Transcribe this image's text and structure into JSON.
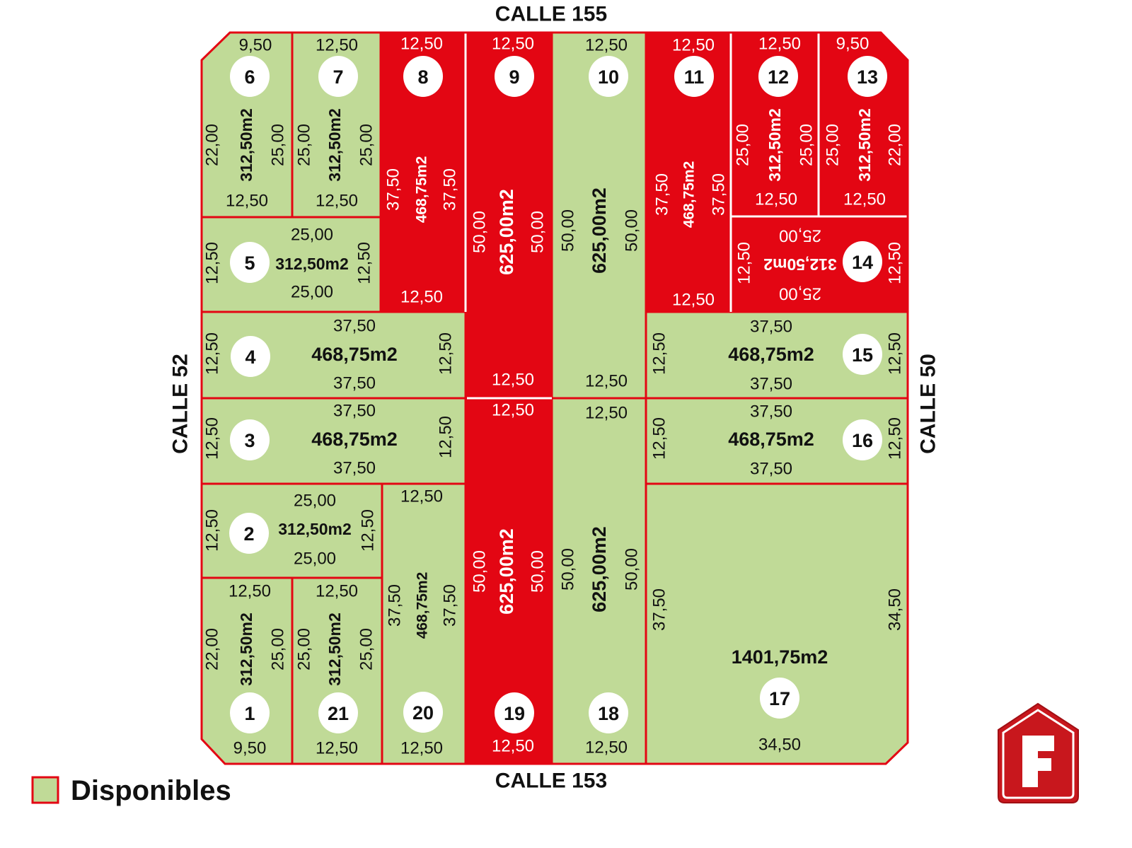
{
  "streets": {
    "north": "CALLE 155",
    "south": "CALLE 153",
    "west": "CALLE 52",
    "east": "CALLE 50"
  },
  "legend": {
    "label": "Disponibles",
    "color": "#c0da97"
  },
  "colors": {
    "available": "#c0da97",
    "unavailable": "#e30613",
    "border": "#e30613"
  },
  "lots": [
    {
      "number": "1",
      "status": "available",
      "area": "312,50m2",
      "top": "12,50",
      "bottom": "9,50",
      "left": "22,00",
      "right": "25,00"
    },
    {
      "number": "2",
      "status": "available",
      "area": "312,50m2",
      "top": "25,00",
      "bottom": "25,00",
      "left": "12,50",
      "right": "12,50"
    },
    {
      "number": "3",
      "status": "available",
      "area": "468,75m2",
      "top": "37,50",
      "bottom": "37,50",
      "left": "12,50",
      "right": "12,50"
    },
    {
      "number": "4",
      "status": "available",
      "area": "468,75m2",
      "top": "37,50",
      "bottom": "37,50",
      "left": "12,50",
      "right": "12,50"
    },
    {
      "number": "5",
      "status": "available",
      "area": "312,50m2",
      "top": "25,00",
      "bottom": "25,00",
      "left": "12,50",
      "right": "12,50"
    },
    {
      "number": "6",
      "status": "available",
      "area": "312,50m2",
      "top": "9,50",
      "bottom": "12,50",
      "left": "22,00",
      "right": "25,00"
    },
    {
      "number": "7",
      "status": "available",
      "area": "312,50m2",
      "top": "12,50",
      "bottom": "12,50",
      "left": "25,00",
      "right": "25,00"
    },
    {
      "number": "8",
      "status": "unavailable",
      "area": "468,75m2",
      "top": "12,50",
      "bottom": "12,50",
      "left": "37,50",
      "right": "37,50"
    },
    {
      "number": "9",
      "status": "unavailable",
      "area": "625,00m2",
      "top": "12,50",
      "bottom": "12,50",
      "left": "50,00",
      "right": "50,00"
    },
    {
      "number": "10",
      "status": "available",
      "area": "625,00m2",
      "top": "12,50",
      "bottom": "12,50",
      "left": "50,00",
      "right": "50,00"
    },
    {
      "number": "11",
      "status": "unavailable",
      "area": "468,75m2",
      "top": "12,50",
      "bottom": "12,50",
      "left": "37,50",
      "right": "37,50"
    },
    {
      "number": "12",
      "status": "unavailable",
      "area": "312,50m2",
      "top": "12,50",
      "bottom": "12,50",
      "left": "25,00",
      "right": "25,00"
    },
    {
      "number": "13",
      "status": "unavailable",
      "area": "312,50m2",
      "top": "9,50",
      "bottom": "12,50",
      "left": "25,00",
      "right": "22,00"
    },
    {
      "number": "14",
      "status": "unavailable",
      "area": "312,50m2",
      "top": "25,00",
      "bottom": "25,00",
      "left": "12,50",
      "right": "12,50"
    },
    {
      "number": "15",
      "status": "available",
      "area": "468,75m2",
      "top": "37,50",
      "bottom": "37,50",
      "left": "12,50",
      "right": "12,50"
    },
    {
      "number": "16",
      "status": "available",
      "area": "468,75m2",
      "top": "37,50",
      "bottom": "37,50",
      "left": "12,50",
      "right": "12,50"
    },
    {
      "number": "17",
      "status": "available",
      "area": "1401,75m2",
      "bottom": "34,50",
      "left": "37,50",
      "right": "34,50"
    },
    {
      "number": "18",
      "status": "available",
      "area": "625,00m2",
      "top": "12,50",
      "bottom": "12,50",
      "left": "50,00",
      "right": "50,00"
    },
    {
      "number": "19",
      "status": "unavailable",
      "area": "625,00m2",
      "top": "12,50",
      "bottom": "12,50",
      "left": "50,00",
      "right": "50,00"
    },
    {
      "number": "20",
      "status": "available",
      "area": "468,75m2",
      "top": "12,50",
      "bottom": "12,50",
      "left": "37,50",
      "right": "37,50"
    },
    {
      "number": "21",
      "status": "available",
      "area": "312,50m2",
      "top": "12,50",
      "bottom": "12,50",
      "left": "25,00",
      "right": "25,00"
    }
  ]
}
